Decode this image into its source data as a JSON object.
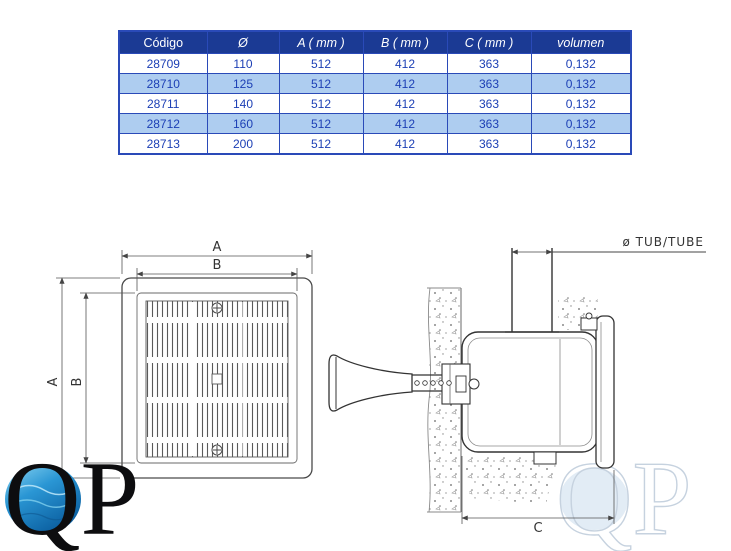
{
  "table": {
    "headers": [
      "Código",
      "Ø",
      "A ( mm )",
      "B ( mm )",
      "C ( mm )",
      "volumen"
    ],
    "rows": [
      [
        "28709",
        "110",
        "512",
        "412",
        "363",
        "0,132"
      ],
      [
        "28710",
        "125",
        "512",
        "412",
        "363",
        "0,132"
      ],
      [
        "28711",
        "140",
        "512",
        "412",
        "363",
        "0,132"
      ],
      [
        "28712",
        "160",
        "512",
        "412",
        "363",
        "0,132"
      ],
      [
        "28713",
        "200",
        "512",
        "412",
        "363",
        "0,132"
      ]
    ],
    "colors": {
      "header_bg": "#1b3a94",
      "header_text": "#ffffff",
      "row_text": "#1c3fb5",
      "alt_row_bg": "#aecdf0",
      "grid": "#2a4ab8"
    }
  },
  "front_view": {
    "dim_top_outer": "A",
    "dim_top_inner": "B",
    "dim_left_outer": "A",
    "dim_left_inner": "B"
  },
  "section_view": {
    "tube_label": "ø TUB/TUBE",
    "dim_bottom": "C"
  },
  "logo": {
    "text": "QP",
    "water_color": "#1787c9"
  },
  "watermark": {
    "text": "QP"
  }
}
